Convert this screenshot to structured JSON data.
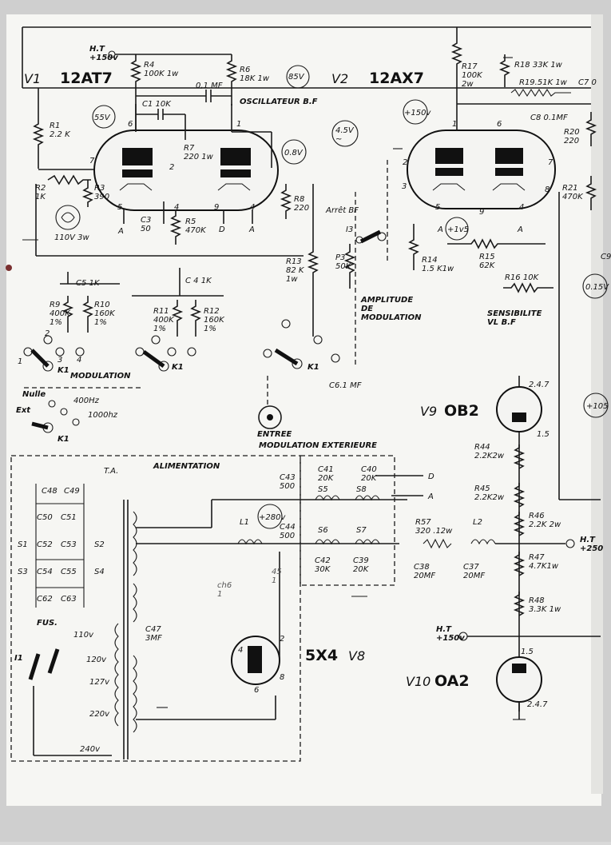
{
  "header": {
    "ht_top": "H.T\n+150v",
    "v1_label": "V1",
    "v1_type": "12AT7",
    "v2_label": "V2",
    "v2_type": "12AX7",
    "oscillator_title": "OSCILLATEUR B.F"
  },
  "left_resistors": {
    "r4": "R4\n100K 1w",
    "r6": "R6\n18K 1w",
    "r1": "R1\n2.2 K",
    "r2": "R2\n1K",
    "r3": "R3\n390",
    "r7": "R7\n220 1w",
    "r5": "R5\n470K",
    "r8": "R8\n220",
    "r9": "R9\n400K\n1%",
    "r10": "R10\n160K\n1%",
    "r11": "R11\n400K\n1%",
    "r12": "R12\n160K\n1%",
    "r13": "R13\n82 K\n1w"
  },
  "left_caps": {
    "c1": "C1 10K",
    "c3": "C3\n50",
    "c01": "0,1 MF",
    "c5": "C5 1K",
    "c4": "C 4 1K",
    "c6": "C6.1 MF"
  },
  "voltage_badges": {
    "b85": "85V",
    "b55": "55V",
    "b45": "4.5V\n~",
    "b08": "0.8V",
    "b150": "+150v",
    "b15": "+1v5",
    "b015": "0.15V",
    "b105": "+105",
    "b280": "+280v"
  },
  "lamp": "110V 3w",
  "modulation": {
    "label": "MODULATION",
    "nulle": "Nulle",
    "ext": "Ext",
    "hz400": "400Hz",
    "hz1000": "1000hz",
    "k1": "K1"
  },
  "entree": {
    "line1": "ENTREE",
    "line2": "MODULATION EXTERIEURE"
  },
  "v2_section": {
    "r17": "R17\n100K\n2w",
    "r18": "R18 33K 1w",
    "r19": "R19.51K 1w",
    "c7": "C7 0",
    "c8": "C8 0.1MF",
    "r20": "R20\n220",
    "r21": "R21\n470K",
    "r14": "R14\n1.5 K1w",
    "r15": "R15\n62K",
    "r16": "R16 10K",
    "c9": "C9",
    "arret": "Arrêt BF",
    "i3": "I3",
    "p3": "P3\n50K",
    "amplitude": "AMPLITUDE\nDE\nMODULATION",
    "sensibilite": "SENSIBILITE\nVL  B.F"
  },
  "power": {
    "alimentation": "ALIMENTATION",
    "ta": "T.A.",
    "caps_left": [
      "C48",
      "C49",
      "C50",
      "C51",
      "C52",
      "C53",
      "C54",
      "C55",
      "C62",
      "C63"
    ],
    "s_labels": [
      "S1",
      "S2",
      "S3",
      "S4"
    ],
    "fus": "FUS.",
    "i1": "I1",
    "taps": [
      "110v",
      "120v",
      "127v",
      "220v",
      "240v"
    ],
    "c47": "C47\n3MF",
    "rect_type": "5X4",
    "rect_label": "V8",
    "handwritten_a": "ch6\n1",
    "handwritten_b": "45\n1"
  },
  "filter": {
    "c41": "C41\n20K",
    "c40": "C40\n20K",
    "c43": "C43\n500",
    "c44": "C44\n500",
    "s5": "S5",
    "s8": "S8",
    "s6": "S6",
    "s7": "S7",
    "l1": "L1",
    "l2": "L2",
    "r57": "R57\n320 .12w",
    "c42": "C42\n30K",
    "c39": "C39\n20K",
    "c38": "C38\n20MF",
    "c37": "C37\n20MF",
    "out_d": "D",
    "out_a": "A"
  },
  "regulator": {
    "v9_label": "V9",
    "v9_type": "OB2",
    "v9_pins_top": "2.4.7",
    "v9_pins_bot": "1.5",
    "r44": "R44\n2.2K2w",
    "r45": "R45\n2.2K2w",
    "r46": "R46\n2.2K 2w",
    "r47": "R47\n4.7K1w",
    "r48": "R48\n3.3K 1w",
    "ht250": "H.T\n+250",
    "ht150": "H.T\n+150v",
    "v10_label": "V10",
    "v10_type": "OA2",
    "v10_pins_top": "1.5",
    "v10_pins_bot": "2.4.7"
  }
}
